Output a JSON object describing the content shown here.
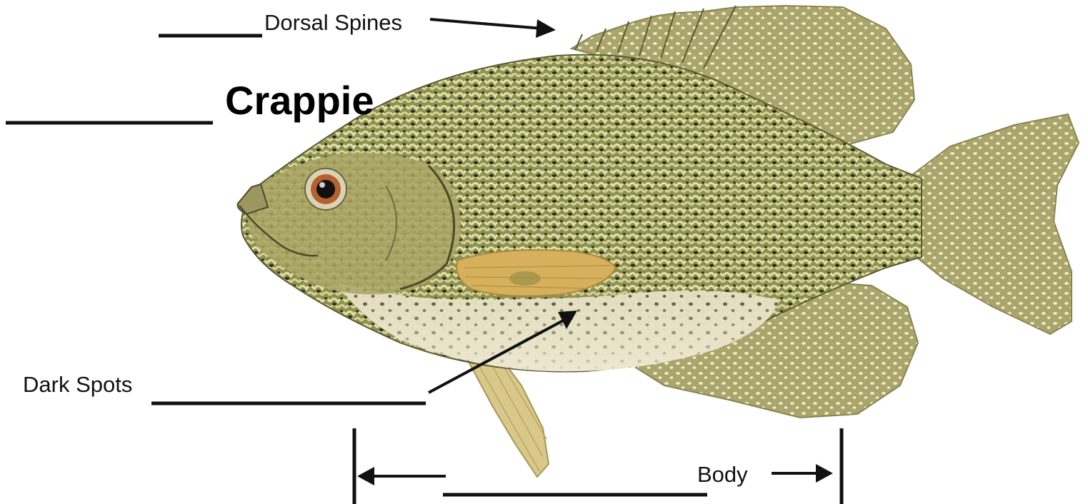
{
  "title": "Crappie",
  "labels": {
    "dorsal_spines": "Dorsal Spines",
    "dark_spots": "Dark Spots",
    "body": "Body"
  },
  "illustration": {
    "subject": "crappie fish",
    "colors": {
      "body_base": "#b9b47a",
      "body_dark": "#4e5530",
      "spots": "#262a18",
      "belly": "#e9e3cc",
      "fins": "#c7be86",
      "pectoral_fin": "#d6b05c",
      "eye_ring": "#b5612f"
    }
  },
  "annotation_color": "#111111"
}
